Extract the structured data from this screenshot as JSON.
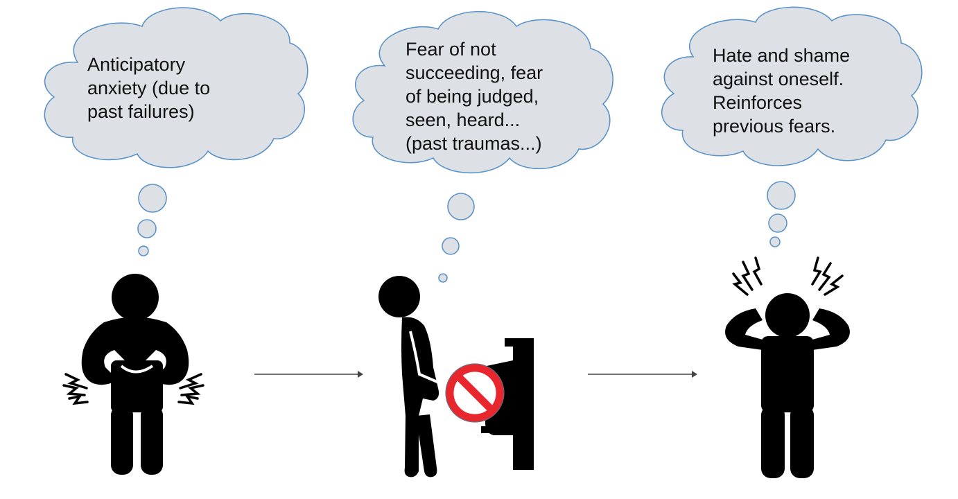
{
  "colors": {
    "cloud_fill": "#dde1e6",
    "cloud_stroke": "#5b93c8",
    "figure": "#000000",
    "forbidden_sign": "#e8262d",
    "arrow": "#444444"
  },
  "thoughts": [
    {
      "lines": [
        "Anticipatory",
        "anxiety (due to",
        "past failures)"
      ]
    },
    {
      "lines": [
        "Fear of not",
        "succeeding, fear",
        "of being judged,",
        "seen, heard...",
        "(past traumas...)"
      ]
    },
    {
      "lines": [
        "Hate and shame",
        "against oneself.",
        "Reinforces",
        "previous fears."
      ]
    }
  ],
  "icons": [
    "stomach-ache-person-icon",
    "urinating-person-icon",
    "no-entry-sign-icon",
    "urinal-icon",
    "head-pain-person-icon",
    "arrow-right-icon"
  ]
}
